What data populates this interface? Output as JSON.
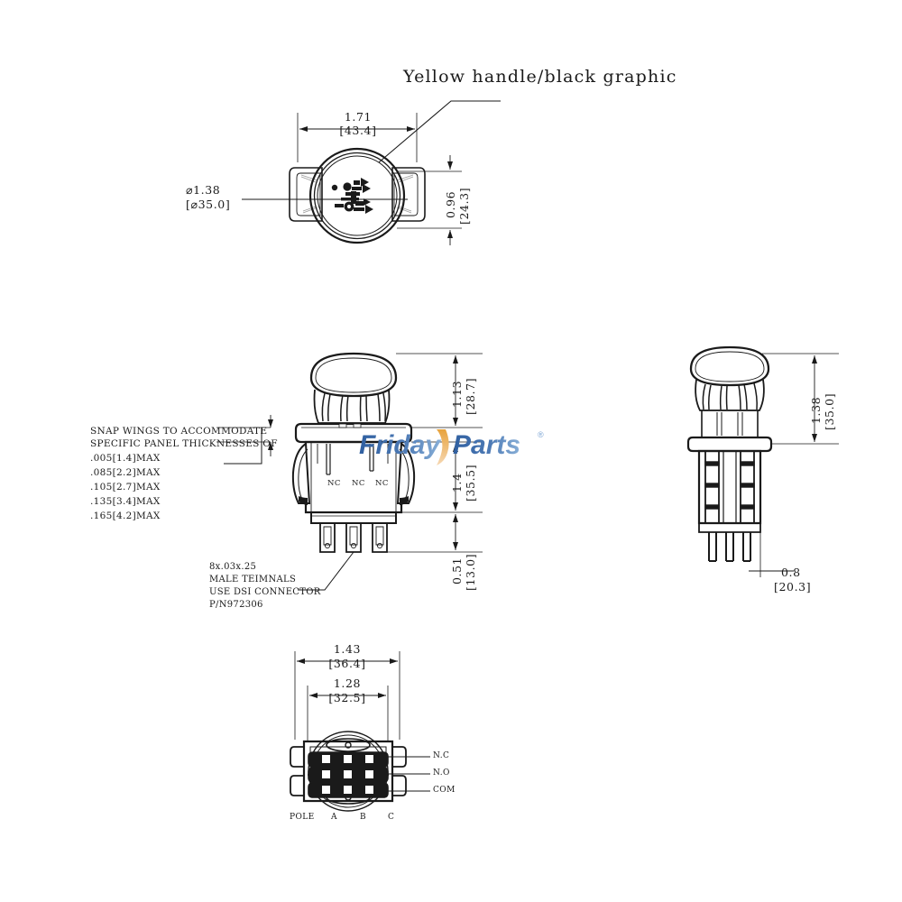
{
  "document": {
    "kind": "engineering-drawing",
    "subject": "Pull switch / push-pull PTO switch dimensional drawing",
    "units": "inches [millimeters]"
  },
  "notes": {
    "handle": "Yellow handle/black graphic",
    "snap_wings": {
      "line1": "SNAP WINGS TO ACCOMMODATE",
      "line2": "SPECIFIC PANEL THICKNESSES OF",
      "thicknesses": [
        ".005[1.4]MAX",
        ".085[2.2]MAX",
        ".105[2.7]MAX",
        ".135[3.4]MAX",
        ".165[4.2]MAX"
      ]
    },
    "terminals": {
      "line1": "8x.03x.25",
      "line2": "MALE TEIMNALS",
      "line3": "USE DSI CONNECTOR",
      "line4": "P/N972306"
    }
  },
  "views": {
    "top": {
      "width_dim": {
        "inch": "1.71",
        "mm": "[43.4]"
      },
      "height_dim": {
        "inch": "0.96",
        "mm": "[24.3]"
      },
      "diameter_dim": {
        "inch": "⌀1.38",
        "mm": "[⌀35.0]"
      }
    },
    "front": {
      "knob_height_dim": {
        "inch": "1.13",
        "mm": "[28.7]"
      },
      "body_height_dim": {
        "inch": "1.4",
        "mm": "[35.5]"
      },
      "terminal_height_dim": {
        "inch": "0.51",
        "mm": "[13.0]"
      },
      "contact_labels": [
        "NC",
        "NC",
        "NC"
      ]
    },
    "side": {
      "height_dim": {
        "inch": "1.38",
        "mm": "[35.0]"
      },
      "width_dim": {
        "inch": "0.8",
        "mm": "[20.3]"
      }
    },
    "bottom": {
      "outer_width_dim": {
        "inch": "1.43",
        "mm": "[36.4]"
      },
      "inner_width_dim": {
        "inch": "1.28",
        "mm": "[32.5]"
      },
      "terminal_labels": [
        "N.C",
        "N.O",
        "COM"
      ],
      "pole_row": {
        "pole": "POLE",
        "a": "A",
        "b": "B",
        "c": "C"
      }
    }
  },
  "watermark": {
    "text_friday": "Friday",
    "text_parts": "Parts",
    "trademark": "®",
    "color_blue": "#2f5fa0",
    "color_light_blue": "#7ea6d4",
    "color_orange": "#e8a33d",
    "color_peach": "#f3cda0"
  },
  "colors": {
    "line": "#1a1a1a",
    "background": "#ffffff"
  }
}
